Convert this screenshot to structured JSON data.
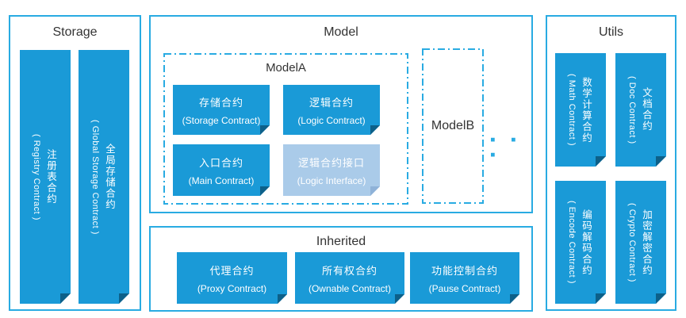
{
  "diagram": {
    "palette": {
      "block_blue": "#1a9ad7",
      "light_block_blue": "#aacbe9",
      "border_blue": "#29abe2",
      "fold_dark": "#0d6089",
      "fold_light": "#8fb2d8",
      "title_text": "#333333",
      "block_text": "#ffffff"
    },
    "storage": {
      "title": "Storage",
      "bars": [
        {
          "zh": "注册表合约",
          "en": "( Registry Contract )"
        },
        {
          "zh": "全局存储合约",
          "en": "( Global Storage Contract )"
        }
      ]
    },
    "model": {
      "title": "Model",
      "model_a": {
        "title": "ModelA",
        "blocks": [
          {
            "zh": "存储合约",
            "en": "(Storage Contract)",
            "variant": "solid"
          },
          {
            "zh": "逻辑合约",
            "en": "(Logic Contract)",
            "variant": "solid"
          },
          {
            "zh": "入口合约",
            "en": "(Main Contract)",
            "variant": "solid"
          },
          {
            "zh": "逻辑合约接口",
            "en": "(Logic Interface)",
            "variant": "light"
          }
        ]
      },
      "model_b": {
        "title": "ModelB"
      },
      "more_icon": "▪ ▪ ▪"
    },
    "inherited": {
      "title": "Inherited",
      "blocks": [
        {
          "zh": "代理合约",
          "en": "(Proxy Contract)"
        },
        {
          "zh": "所有权合约",
          "en": "(Ownable Contract)"
        },
        {
          "zh": "功能控制合约",
          "en": "(Pause Contract)"
        }
      ]
    },
    "utils": {
      "title": "Utils",
      "bars": [
        {
          "zh": "数学计算合约",
          "en": "( Math Contract )"
        },
        {
          "zh": "文档合约",
          "en": "( Doc Contract )"
        },
        {
          "zh": "编码解码合约",
          "en": "( Encode Contract )"
        },
        {
          "zh": "加密解密合约",
          "en": "( Crypto Contract )"
        }
      ]
    }
  }
}
